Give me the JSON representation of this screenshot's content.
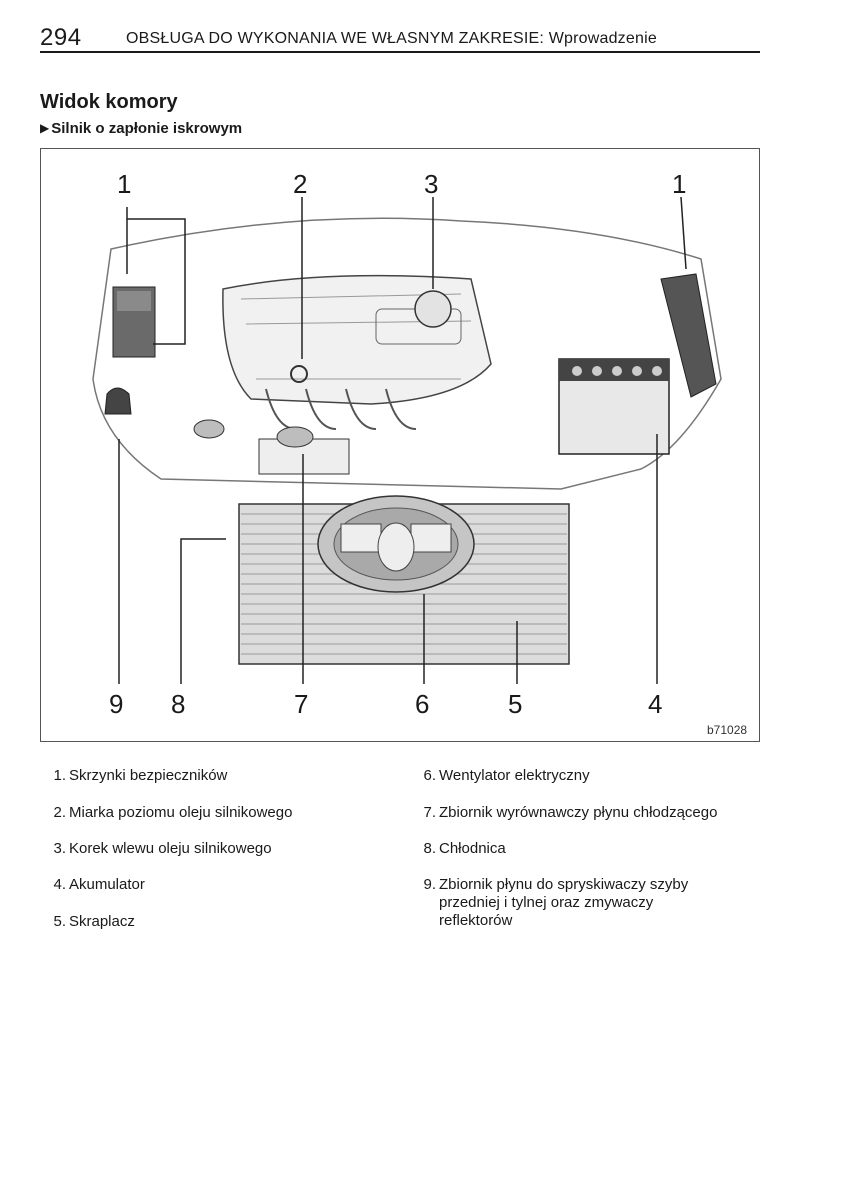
{
  "header": {
    "page_number": "294",
    "running_title": "OBSŁUGA DO WYKONANIA WE WŁASNYM ZAKRESIE: Wprowadzenie"
  },
  "section_title": "Widok komory",
  "subsection": {
    "arrow": "▶",
    "title": "Silnik o zapłonie iskrowym"
  },
  "figure": {
    "code": "b71028",
    "callouts_top": [
      "1",
      "2",
      "3",
      "1"
    ],
    "callouts_bottom": [
      "9",
      "8",
      "7",
      "6",
      "5",
      "4"
    ]
  },
  "legend": {
    "left": [
      {
        "num": "1.",
        "text": "Skrzynki bezpieczników"
      },
      {
        "num": "2.",
        "text": "Miarka poziomu oleju silnikowego"
      },
      {
        "num": "3.",
        "text": "Korek wlewu oleju silnikowego"
      },
      {
        "num": "4.",
        "text": "Akumulator"
      },
      {
        "num": "5.",
        "text": "Skraplacz"
      }
    ],
    "right": [
      {
        "num": "6.",
        "text": "Wentylator elektryczny"
      },
      {
        "num": "7.",
        "text": "Zbiornik wyrównawczy płynu chłodzącego"
      },
      {
        "num": "8.",
        "text": "Chłodnica"
      },
      {
        "num": "9.",
        "text": "Zbiornik płynu do spryskiwaczy szyby",
        "text2": "przedniej i tylnej oraz zmywaczy",
        "text3": "reflektorów"
      }
    ]
  }
}
